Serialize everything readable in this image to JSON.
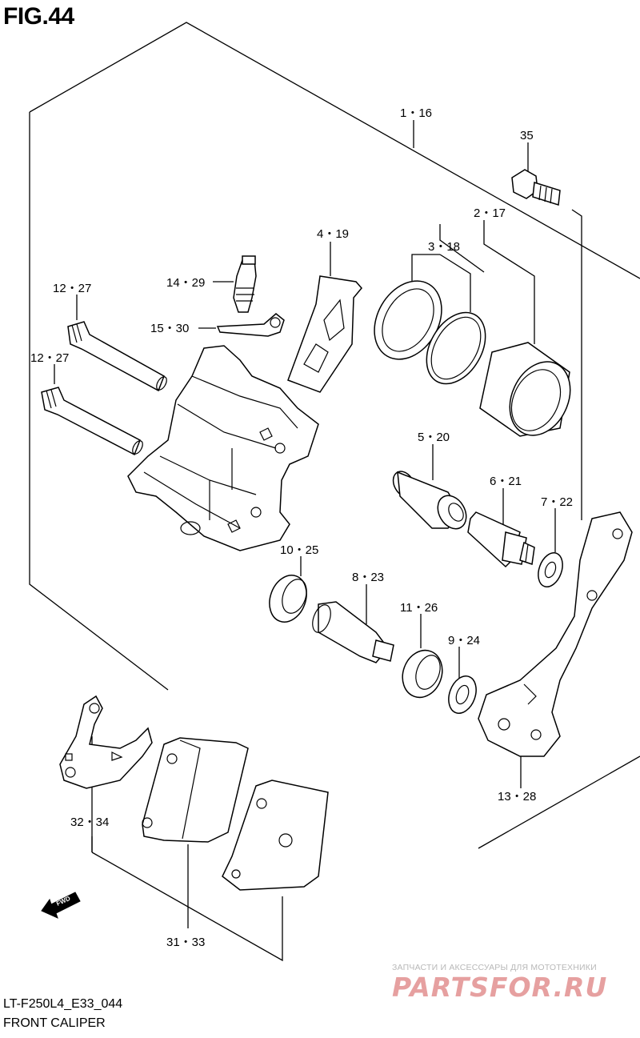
{
  "figure": {
    "title": "FIG.44",
    "code": "LT-F250L4_E33_044",
    "name": "FRONT CALIPER",
    "direction_label": "FWD"
  },
  "callouts": {
    "c1": "1・16",
    "c35": "35",
    "c2": "2・17",
    "c3": "3・18",
    "c4": "4・19",
    "c14": "14・29",
    "c15": "15・30",
    "c12a": "12・27",
    "c12b": "12・27",
    "c5": "5・20",
    "c6": "6・21",
    "c7": "7・22",
    "c10": "10・25",
    "c8": "8・23",
    "c11": "11・26",
    "c9": "9・24",
    "c13": "13・28",
    "c32": "32・34",
    "c31": "31・33"
  },
  "watermark": {
    "tagline": "ЗАПЧАСТИ И АКСЕССУАРЫ ДЛЯ МОТОТЕХНИКИ",
    "logo": "PARTSFOR.RU"
  }
}
